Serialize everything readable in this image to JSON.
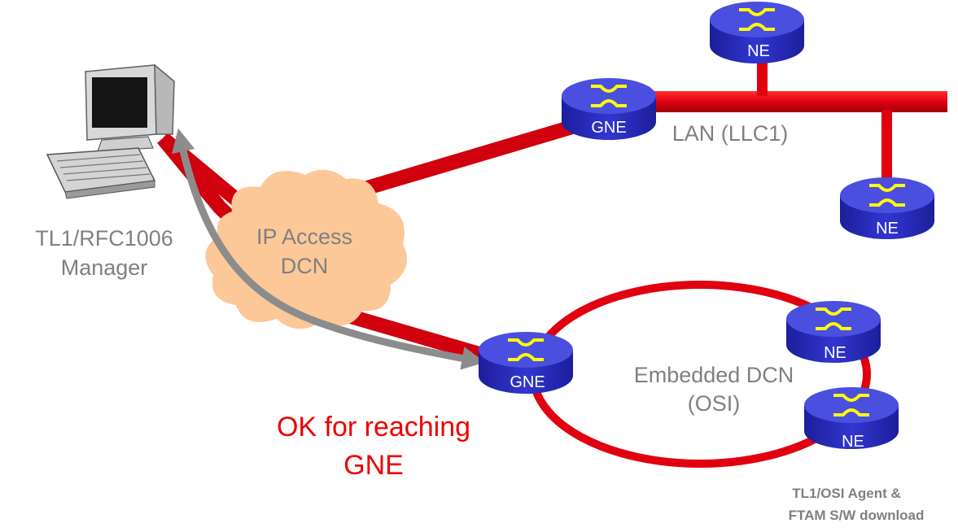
{
  "colors": {
    "link": "#e00010",
    "router": "#2f31c9",
    "router_top": "#4a4fe0",
    "router_symbol": "#ffff00",
    "cloud": "#fcc898",
    "arrow": "#8c8c8c",
    "label_grey": "#808080",
    "label_red": "#ee0000"
  },
  "manager": {
    "icon": "computer-workstation-icon",
    "label_line1": "TL1/RFC1006",
    "label_line2": "Manager"
  },
  "cloud": {
    "icon": "cloud-icon",
    "label_line1": "IP Access",
    "label_line2": "DCN"
  },
  "lan": {
    "label": "LAN (LLC1)"
  },
  "embedded": {
    "label_line1": "Embedded DCN",
    "label_line2": "(OSI)"
  },
  "nodes": {
    "gne_top": "GNE",
    "gne_bottom": "GNE",
    "ne_top": "NE",
    "ne_lan_right": "NE",
    "ne_ring_upper": "NE",
    "ne_ring_lower": "NE"
  },
  "status": {
    "line1": "OK for reaching",
    "line2": "GNE"
  },
  "agent": {
    "line1": "TL1/OSI Agent &",
    "line2": "FTAM S/W download"
  }
}
